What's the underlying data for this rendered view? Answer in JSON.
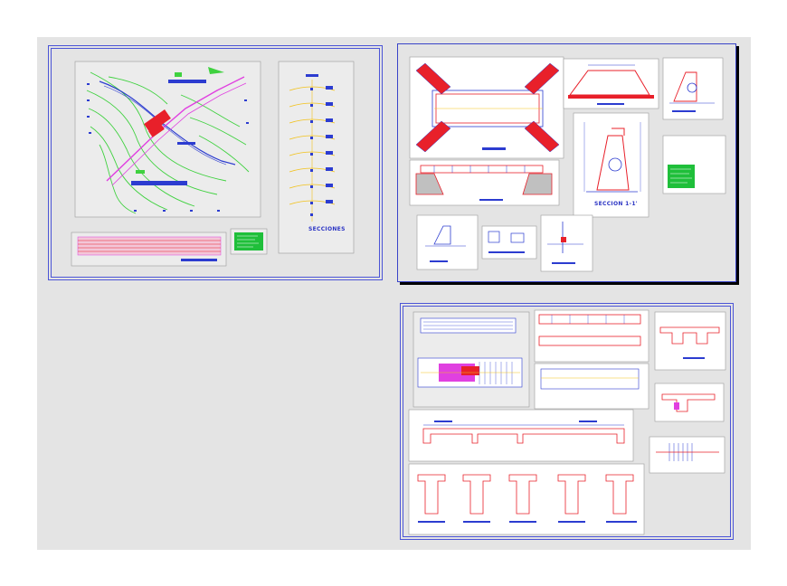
{
  "sheets": [
    {
      "id": "plan-sheet",
      "label_secciones": "SECCIONES"
    },
    {
      "id": "abutment-sheet",
      "label_seccion": "SECCION 1-1'"
    },
    {
      "id": "deck-sheet"
    }
  ],
  "colors": {
    "background": "#e4e4e4",
    "border": "#4b54d6",
    "rebar": "#e8202a",
    "terrain": "#3fd13f",
    "road": "#e040e0",
    "river": "#2c3cd0",
    "dimension": "#f2c21a",
    "note_fill": "#1fbf3a"
  }
}
